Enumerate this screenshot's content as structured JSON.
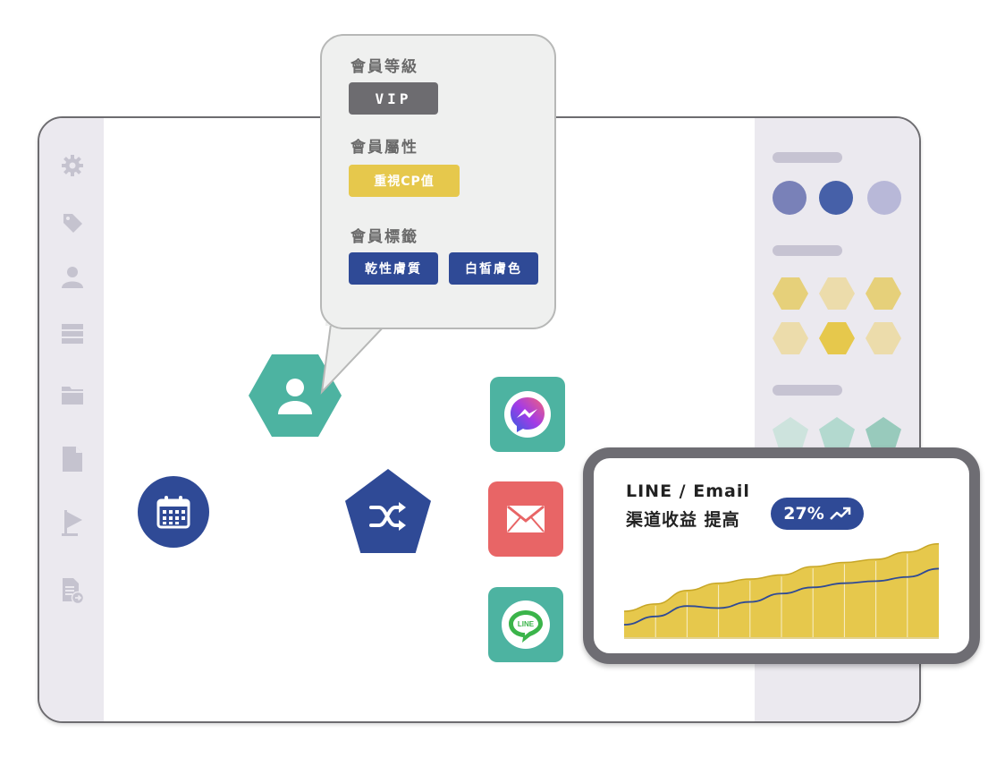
{
  "bubble": {
    "level_title": "會員等級",
    "level_value": "VIP",
    "attr_title": "會員屬性",
    "attr_value": "重視CP值",
    "tags_title": "會員標籤",
    "tags": [
      "乾性膚質",
      "白皙膚色"
    ]
  },
  "sidebar_icons": [
    "gear-icon",
    "tag-icon",
    "user-icon",
    "list-icon",
    "folder-icon",
    "document-icon",
    "flag-icon",
    "report-export-icon"
  ],
  "flow_nodes": [
    "user-node-icon",
    "calendar-node-icon",
    "shuffle-node-icon"
  ],
  "channels": [
    "messenger-icon",
    "mail-icon",
    "line-icon"
  ],
  "line_logo_text": "LINE",
  "chart_card": {
    "title_line1": "LINE / Email",
    "title_line2": "渠道收益 提高",
    "badge_value": "27%",
    "badge_icon": "trend-up-icon"
  },
  "chart_data": {
    "type": "area",
    "x": [
      0,
      1,
      2,
      3,
      4,
      5,
      6,
      7,
      8,
      9,
      10
    ],
    "series": [
      {
        "values": [
          25,
          32,
          45,
          52,
          56,
          60,
          68,
          72,
          75,
          82,
          90
        ]
      },
      {
        "values": [
          12,
          20,
          30,
          28,
          34,
          42,
          48,
          52,
          54,
          58,
          66
        ]
      }
    ],
    "ylim": [
      0,
      100
    ],
    "grid": true
  },
  "colors": {
    "teal": "#4db3a1",
    "navy": "#2f4a96",
    "yellow": "#e6c84c",
    "red": "#e86566",
    "line_green": "#3bb44a",
    "vip_gray": "#6d6c70",
    "panel_bg": "#ebe9ef"
  }
}
